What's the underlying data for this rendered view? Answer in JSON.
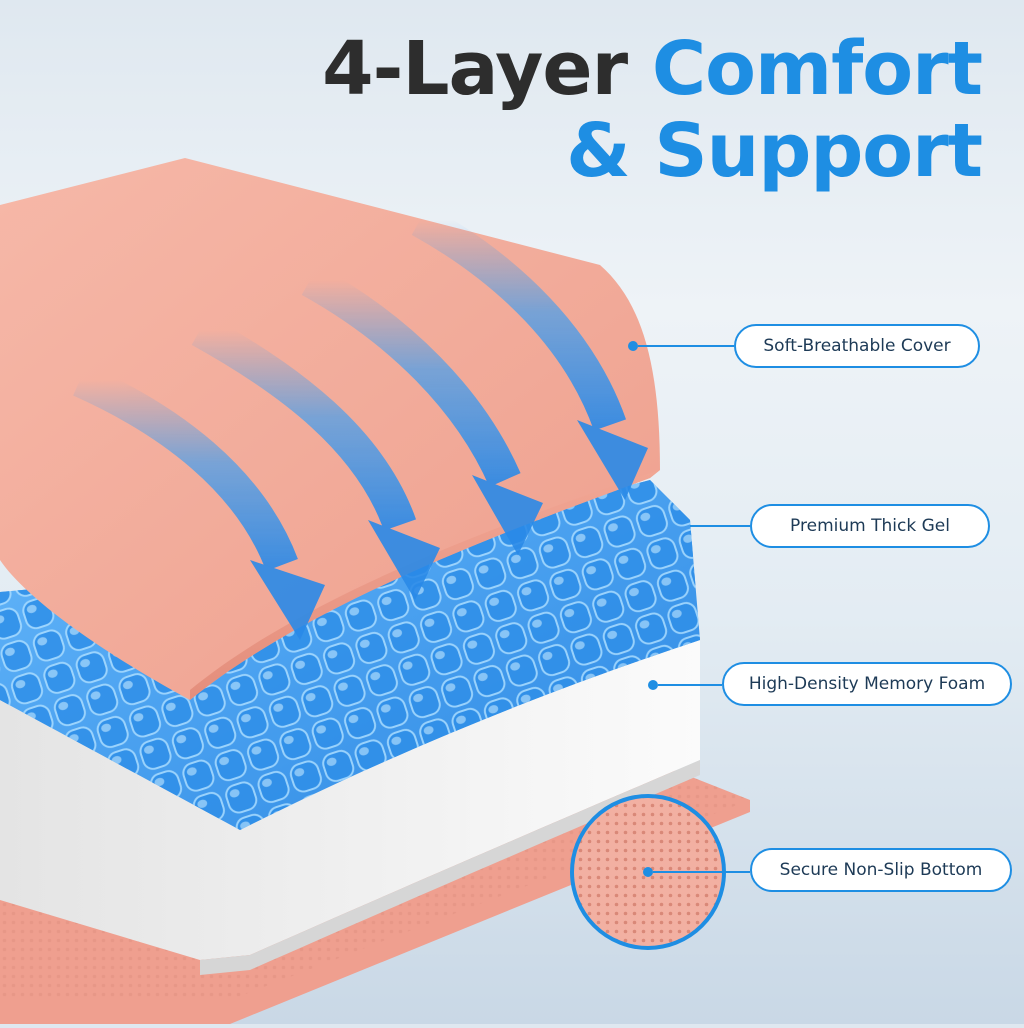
{
  "headline": {
    "line1_prefix": "4-Layer",
    "line1_accent": "Comfort",
    "line2_accent": "& Support"
  },
  "callouts": [
    {
      "label": "Soft-Breathable Cover"
    },
    {
      "label": "Premium Thick Gel"
    },
    {
      "label": "High-Density Memory Foam"
    },
    {
      "label": "Secure Non-Slip Bottom"
    }
  ],
  "colors": {
    "accent": "#1e8ee3",
    "headline_dark": "#2d2d2d",
    "cover_pink": "#f2aa9a",
    "gel_blue": "#3d9ef2",
    "foam_white": "#f4f4f4"
  }
}
